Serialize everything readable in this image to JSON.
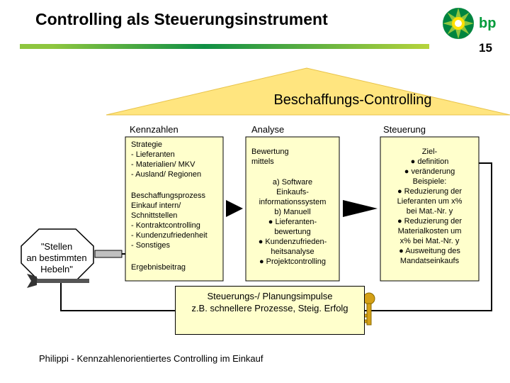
{
  "header": {
    "title": "Controlling als Steuerungsinstrument",
    "page_number": "15",
    "logo_text": "bp",
    "brand_colors": {
      "green": "#009b3a",
      "yellow": "#ffe100",
      "bar_light": "#8ec63f",
      "bar_dark": "#0f8f45"
    }
  },
  "diagram": {
    "roof_label": "Beschaffungs-Controlling",
    "columns": {
      "kennzahlen": {
        "header": "Kennzahlen",
        "block1": [
          "Strategie",
          "- Lieferanten",
          "- Materialien/ MKV",
          "- Ausland/ Regionen"
        ],
        "block2": [
          "Beschaffungsprozess",
          "Einkauf intern/",
          "Schnittstellen",
          "- Kontraktcontrolling",
          "- Kundenzufriedenheit",
          "- Sonstiges"
        ],
        "block3": [
          "Ergebnisbeitrag"
        ]
      },
      "analyse": {
        "header": "Analyse",
        "block1": [
          "Bewertung",
          "mittels"
        ],
        "block2": [
          "a) Software",
          "Einkaufs-",
          "informationssystem",
          "b) Manuell",
          "● Lieferanten-",
          "bewertung",
          "● Kundenzufrieden-",
          "heitsanalyse",
          "● Projektcontrolling"
        ]
      },
      "steuerung": {
        "header": "Steuerung",
        "lines": [
          "Ziel-",
          "● definition",
          "● veränderung",
          "Beispiele:",
          "● Reduzierung der",
          "Lieferanten um x%",
          "bei Mat.-Nr. y",
          "● Reduzierung der",
          "Materialkosten um",
          "x% bei Mat.-Nr. y",
          "● Ausweitung des",
          "Mandatseinkaufs"
        ]
      }
    },
    "lever_label": [
      "\"Stellen",
      "an bestimmten",
      "Hebeln\""
    ],
    "impulse_box": [
      "Steuerungs-/ Planungsimpulse",
      "z.B. schnellere Prozesse, Steig. Erfolg"
    ],
    "colors": {
      "roof": "#ffe57f",
      "box": "#ffffcc",
      "lever_fill": "#c0c0c0",
      "key": "#d4a017"
    }
  },
  "footer": {
    "text": "Philippi - Kennzahlenorientiertes Controlling im Einkauf"
  }
}
